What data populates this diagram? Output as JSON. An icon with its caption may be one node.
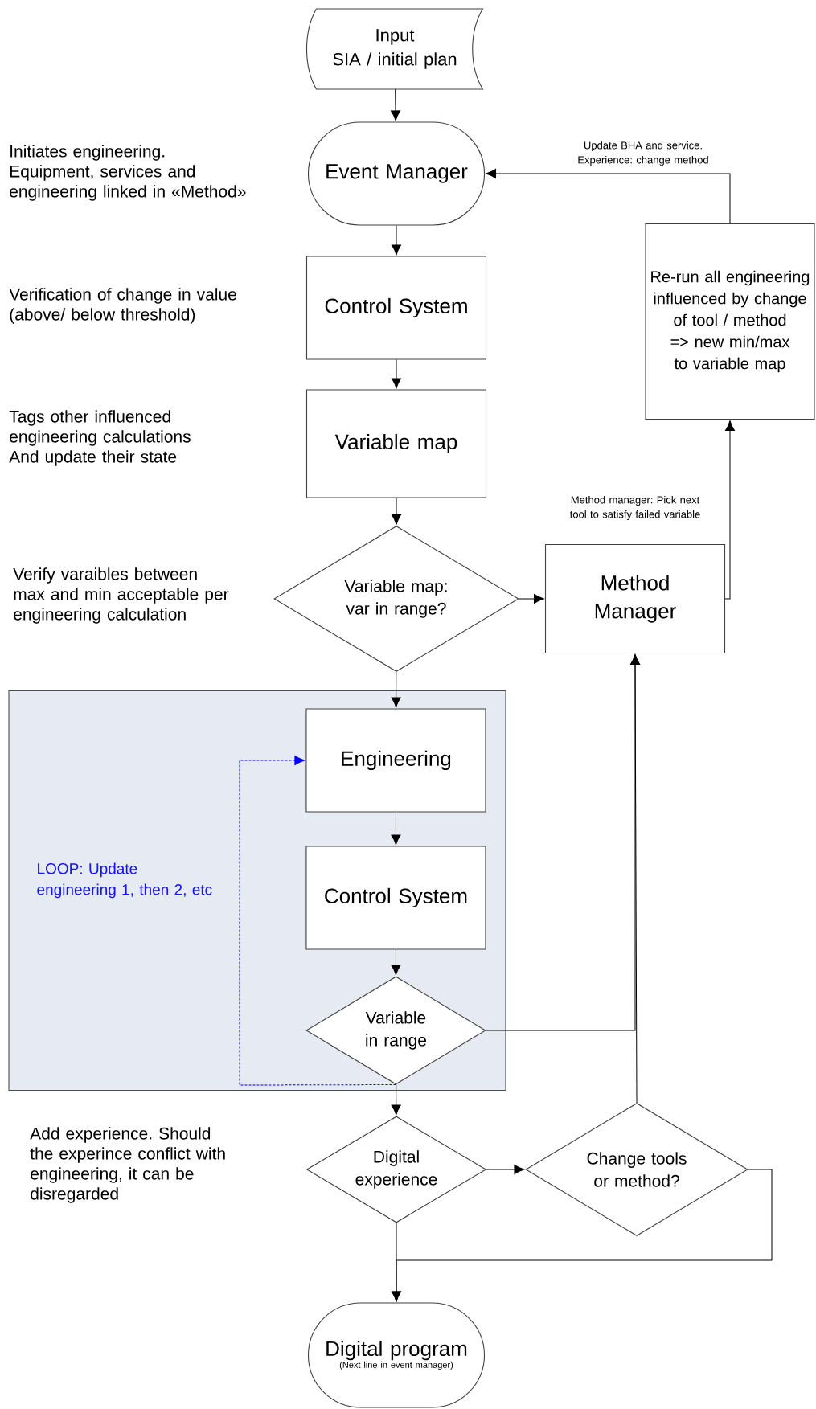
{
  "diagram": {
    "nodes": [
      {
        "text": [
          "Input",
          "SIA / initial plan"
        ]
      },
      {
        "text": [
          "Event Manager"
        ]
      },
      {
        "text": [
          "Control System"
        ]
      },
      {
        "text": [
          "Variable map"
        ]
      },
      {
        "text": [
          "Variable map: var in range?"
        ]
      },
      {
        "text": [
          "Method Manager"
        ],
        "beside": [
          "Method manager: Pick next tool to satisfy failed variable"
        ]
      },
      {
        "text": [
          "Re-run all engineering influenced by change of tool / method => new min/max to variable map"
        ]
      },
      {
        "text": [
          "LOOP: Update engineering 1, then 2, etc"
        ]
      },
      {
        "text": [
          "Engineering"
        ],
        "in": 7
      },
      {
        "text": [
          "Control System"
        ],
        "in": 7
      },
      {
        "text": [
          "Variable in range"
        ],
        "in": 7
      },
      {
        "text": [
          "Digital experience"
        ]
      },
      {
        "text": [
          "Change tools or method?"
        ]
      },
      {
        "text": [
          "Digital program",
          "(Next line in event manager)"
        ]
      }
    ],
    "edges": [
      {
        "from": 0,
        "to": 1,
        "arrow": "to"
      },
      {
        "from": 1,
        "to": 2,
        "arrow": "to"
      },
      {
        "from": 2,
        "to": 3,
        "arrow": "to"
      },
      {
        "from": 3,
        "to": 4,
        "arrow": "to"
      },
      {
        "from": 4,
        "to": 5,
        "arrow": "to"
      },
      {
        "from": 5,
        "to": 6,
        "arrow": "to"
      },
      {
        "from": 6,
        "to": 1,
        "arrow": "to",
        "label": "Update BHA and service. Experience: change method"
      },
      {
        "from": 4,
        "to": 8,
        "arrow": "to"
      },
      {
        "from": 8,
        "to": 9,
        "arrow": "to"
      },
      {
        "from": 9,
        "to": 10,
        "arrow": "to"
      },
      {
        "from": 10,
        "to": 8,
        "arrow": "to",
        "style": "dashed",
        "color": "#0000ff"
      },
      {
        "from": 10,
        "to": 5,
        "arrow": "to"
      },
      {
        "from": 10,
        "to": 11,
        "arrow": "to"
      },
      {
        "from": 11,
        "to": 12,
        "arrow": "to"
      },
      {
        "from": 11,
        "to": 13,
        "arrow": "to"
      },
      {
        "from": 12,
        "to": 5,
        "arrow": "to"
      },
      {
        "from": 12,
        "to": 13,
        "arrow": "to"
      }
    ],
    "labels": [
      "Initiates engineering. Equipment, services and engineering linked in «Method»",
      "Verification of change in value (above/ below threshold)",
      "Tags other influenced engineering calculations And update their state",
      "Verify varaibles between max and min acceptable per engineering calculation",
      "Add experience. Should the experince conflict with engineering, it can be disregarded"
    ]
  }
}
